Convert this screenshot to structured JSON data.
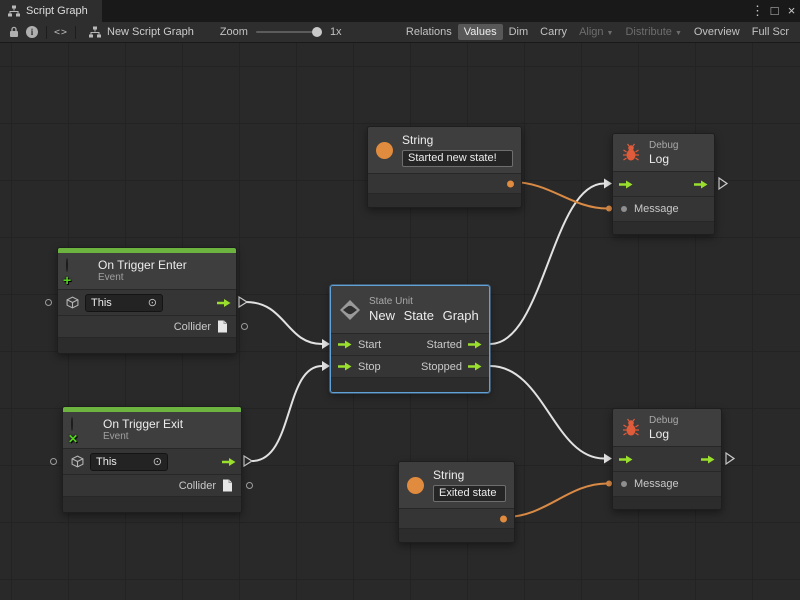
{
  "window": {
    "tab_title": "Script Graph",
    "menu_icon": "⋮",
    "maximize_icon": "□",
    "close_icon": "×"
  },
  "toolbar": {
    "graph_name": "New Script Graph",
    "zoom_label": "Zoom",
    "zoom_value": "1x",
    "buttons": [
      {
        "label": "Relations",
        "state": "normal"
      },
      {
        "label": "Values",
        "state": "active"
      },
      {
        "label": "Dim",
        "state": "normal"
      },
      {
        "label": "Carry",
        "state": "normal"
      },
      {
        "label": "Align",
        "state": "disabled"
      },
      {
        "label": "Distribute",
        "state": "disabled"
      },
      {
        "label": "Overview",
        "state": "normal"
      },
      {
        "label": "Full Scr",
        "state": "normal"
      }
    ]
  },
  "nodes": {
    "string_top": {
      "title": "String",
      "value": "Started new state!"
    },
    "string_bottom": {
      "title": "String",
      "value": "Exited state"
    },
    "debug_top": {
      "kind_label": "Debug",
      "title": "Log",
      "message_label": "Message"
    },
    "debug_bottom": {
      "kind_label": "Debug",
      "title": "Log",
      "message_label": "Message"
    },
    "trigger_enter": {
      "title": "On Trigger Enter",
      "subtitle": "Event",
      "target_value": "This",
      "output_label": "Collider"
    },
    "trigger_exit": {
      "title": "On Trigger Exit",
      "subtitle": "Event",
      "target_value": "This",
      "output_label": "Collider"
    },
    "state_unit": {
      "kind_label": "State Unit",
      "title": "New State Graph",
      "input_1": "Start",
      "input_2": "Stop",
      "output_1": "Started",
      "output_2": "Stopped"
    }
  },
  "colors": {
    "port_green": "#9ade2e",
    "event_green": "#6db33f",
    "string_orange": "#e08b3d",
    "wire_orange": "#d98a45",
    "wire_white": "#e2e2e2",
    "bug_red": "#e05b3a",
    "selection_blue": "#62a0d8"
  }
}
